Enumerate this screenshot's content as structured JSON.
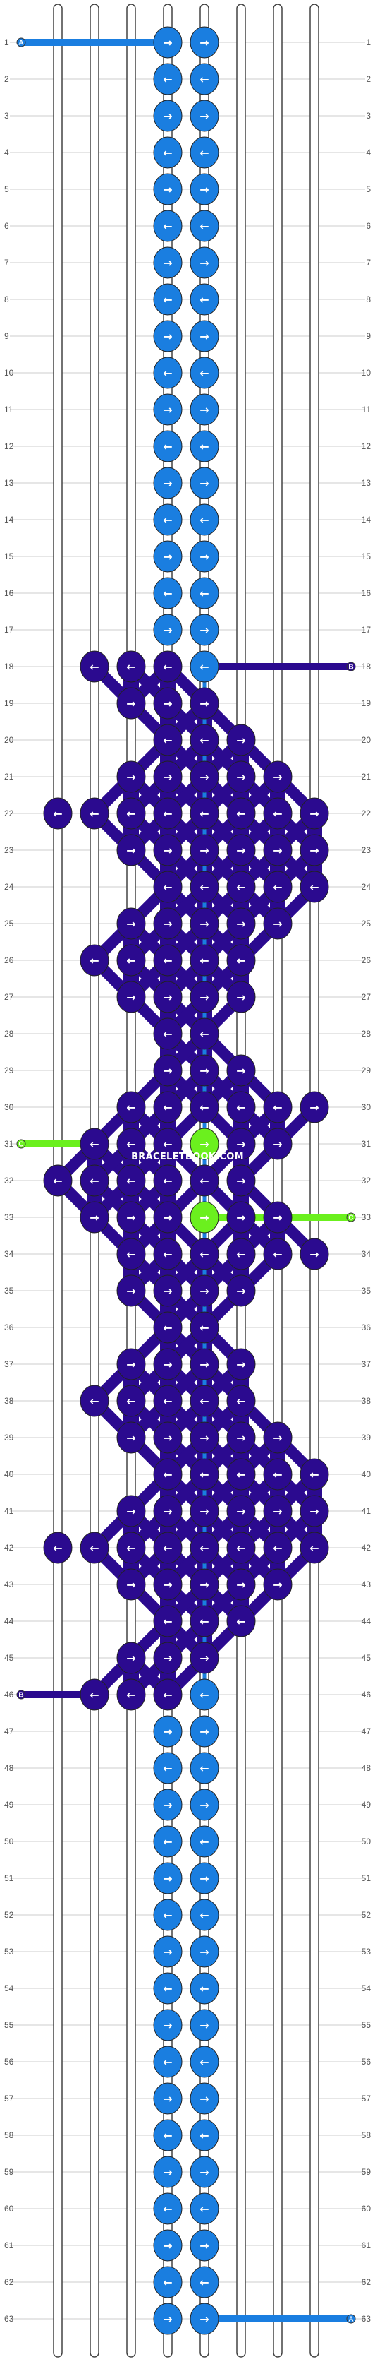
{
  "site": {
    "watermark": "BRACELETBOOK.COM"
  },
  "colors": {
    "A": "#1a7ee0",
    "B": "#2b0a8f",
    "C": "#6bf01e",
    "strand_outline": "#444444",
    "grid": "#cccccc"
  },
  "row_labels": [
    "1",
    "2",
    "3",
    "4",
    "5",
    "6",
    "7",
    "8",
    "9",
    "10",
    "11",
    "12",
    "13",
    "14",
    "15",
    "16",
    "17",
    "18",
    "19",
    "20",
    "21",
    "22",
    "23",
    "24",
    "25",
    "26",
    "27",
    "28",
    "29",
    "30",
    "31",
    "32",
    "33",
    "34",
    "35",
    "36",
    "37",
    "38",
    "39",
    "40",
    "41",
    "42",
    "43",
    "44",
    "45",
    "46",
    "47",
    "48",
    "49",
    "50",
    "51",
    "52",
    "53",
    "54",
    "55",
    "56",
    "57",
    "58",
    "59",
    "60",
    "61",
    "62",
    "63"
  ],
  "strand_ends": [
    {
      "label": "A",
      "color": "A"
    },
    {
      "label": "B",
      "color": "B"
    },
    {
      "label": "C",
      "color": "C"
    },
    {
      "label": "B",
      "color": "B"
    },
    {
      "label": "C",
      "color": "C"
    },
    {
      "label": "A",
      "color": "A"
    }
  ],
  "knots": [
    {
      "r": 1,
      "c": 4,
      "col": "A",
      "d": "r"
    },
    {
      "r": 1,
      "c": 5,
      "col": "A",
      "d": "r"
    },
    {
      "r": 2,
      "c": 4,
      "col": "A",
      "d": "l"
    },
    {
      "r": 2,
      "c": 5,
      "col": "A",
      "d": "l"
    },
    {
      "r": 3,
      "c": 4,
      "col": "A",
      "d": "r"
    },
    {
      "r": 3,
      "c": 5,
      "col": "A",
      "d": "r"
    },
    {
      "r": 4,
      "c": 4,
      "col": "A",
      "d": "l"
    },
    {
      "r": 4,
      "c": 5,
      "col": "A",
      "d": "l"
    },
    {
      "r": 5,
      "c": 4,
      "col": "A",
      "d": "r"
    },
    {
      "r": 5,
      "c": 5,
      "col": "A",
      "d": "r"
    },
    {
      "r": 6,
      "c": 4,
      "col": "A",
      "d": "l"
    },
    {
      "r": 6,
      "c": 5,
      "col": "A",
      "d": "l"
    },
    {
      "r": 7,
      "c": 4,
      "col": "A",
      "d": "r"
    },
    {
      "r": 7,
      "c": 5,
      "col": "A",
      "d": "r"
    },
    {
      "r": 8,
      "c": 4,
      "col": "A",
      "d": "l"
    },
    {
      "r": 8,
      "c": 5,
      "col": "A",
      "d": "l"
    },
    {
      "r": 9,
      "c": 4,
      "col": "A",
      "d": "r"
    },
    {
      "r": 9,
      "c": 5,
      "col": "A",
      "d": "r"
    },
    {
      "r": 10,
      "c": 4,
      "col": "A",
      "d": "l"
    },
    {
      "r": 10,
      "c": 5,
      "col": "A",
      "d": "l"
    },
    {
      "r": 11,
      "c": 4,
      "col": "A",
      "d": "r"
    },
    {
      "r": 11,
      "c": 5,
      "col": "A",
      "d": "r"
    },
    {
      "r": 12,
      "c": 4,
      "col": "A",
      "d": "l"
    },
    {
      "r": 12,
      "c": 5,
      "col": "A",
      "d": "l"
    },
    {
      "r": 13,
      "c": 4,
      "col": "A",
      "d": "r"
    },
    {
      "r": 13,
      "c": 5,
      "col": "A",
      "d": "r"
    },
    {
      "r": 14,
      "c": 4,
      "col": "A",
      "d": "l"
    },
    {
      "r": 14,
      "c": 5,
      "col": "A",
      "d": "l"
    },
    {
      "r": 15,
      "c": 4,
      "col": "A",
      "d": "r"
    },
    {
      "r": 15,
      "c": 5,
      "col": "A",
      "d": "r"
    },
    {
      "r": 16,
      "c": 4,
      "col": "A",
      "d": "l"
    },
    {
      "r": 16,
      "c": 5,
      "col": "A",
      "d": "l"
    },
    {
      "r": 17,
      "c": 4,
      "col": "A",
      "d": "r"
    },
    {
      "r": 17,
      "c": 5,
      "col": "A",
      "d": "r"
    },
    {
      "r": 18,
      "c": 2,
      "col": "B",
      "d": "l"
    },
    {
      "r": 18,
      "c": 3,
      "col": "B",
      "d": "l"
    },
    {
      "r": 18,
      "c": 4,
      "col": "B",
      "d": "l"
    },
    {
      "r": 18,
      "c": 5,
      "col": "A",
      "d": "l"
    },
    {
      "r": 19,
      "c": 3,
      "col": "B",
      "d": "r"
    },
    {
      "r": 19,
      "c": 4,
      "col": "B",
      "d": "r"
    },
    {
      "r": 19,
      "c": 5,
      "col": "B",
      "d": "r"
    },
    {
      "r": 20,
      "c": 4,
      "col": "B",
      "d": "l"
    },
    {
      "r": 20,
      "c": 5,
      "col": "B",
      "d": "l"
    },
    {
      "r": 20,
      "c": 6,
      "col": "B",
      "d": "r"
    },
    {
      "r": 21,
      "c": 3,
      "col": "B",
      "d": "r"
    },
    {
      "r": 21,
      "c": 4,
      "col": "B",
      "d": "r"
    },
    {
      "r": 21,
      "c": 5,
      "col": "B",
      "d": "r"
    },
    {
      "r": 21,
      "c": 6,
      "col": "B",
      "d": "r"
    },
    {
      "r": 21,
      "c": 7,
      "col": "B",
      "d": "r"
    },
    {
      "r": 22,
      "c": 1,
      "col": "B",
      "d": "l"
    },
    {
      "r": 22,
      "c": 2,
      "col": "B",
      "d": "l"
    },
    {
      "r": 22,
      "c": 3,
      "col": "B",
      "d": "l"
    },
    {
      "r": 22,
      "c": 4,
      "col": "B",
      "d": "l"
    },
    {
      "r": 22,
      "c": 5,
      "col": "B",
      "d": "l"
    },
    {
      "r": 22,
      "c": 6,
      "col": "B",
      "d": "l"
    },
    {
      "r": 22,
      "c": 7,
      "col": "B",
      "d": "l"
    },
    {
      "r": 22,
      "c": 8,
      "col": "B",
      "d": "r"
    },
    {
      "r": 23,
      "c": 3,
      "col": "B",
      "d": "r"
    },
    {
      "r": 23,
      "c": 4,
      "col": "B",
      "d": "r"
    },
    {
      "r": 23,
      "c": 5,
      "col": "B",
      "d": "r"
    },
    {
      "r": 23,
      "c": 6,
      "col": "B",
      "d": "r"
    },
    {
      "r": 23,
      "c": 7,
      "col": "B",
      "d": "r"
    },
    {
      "r": 23,
      "c": 8,
      "col": "B",
      "d": "r"
    },
    {
      "r": 24,
      "c": 4,
      "col": "B",
      "d": "l"
    },
    {
      "r": 24,
      "c": 5,
      "col": "B",
      "d": "l"
    },
    {
      "r": 24,
      "c": 6,
      "col": "B",
      "d": "l"
    },
    {
      "r": 24,
      "c": 7,
      "col": "B",
      "d": "l"
    },
    {
      "r": 24,
      "c": 8,
      "col": "B",
      "d": "l"
    },
    {
      "r": 25,
      "c": 3,
      "col": "B",
      "d": "r"
    },
    {
      "r": 25,
      "c": 4,
      "col": "B",
      "d": "r"
    },
    {
      "r": 25,
      "c": 5,
      "col": "B",
      "d": "r"
    },
    {
      "r": 25,
      "c": 6,
      "col": "B",
      "d": "r"
    },
    {
      "r": 25,
      "c": 7,
      "col": "B",
      "d": "r"
    },
    {
      "r": 26,
      "c": 2,
      "col": "B",
      "d": "l"
    },
    {
      "r": 26,
      "c": 3,
      "col": "B",
      "d": "l"
    },
    {
      "r": 26,
      "c": 4,
      "col": "B",
      "d": "l"
    },
    {
      "r": 26,
      "c": 5,
      "col": "B",
      "d": "l"
    },
    {
      "r": 26,
      "c": 6,
      "col": "B",
      "d": "l"
    },
    {
      "r": 27,
      "c": 3,
      "col": "B",
      "d": "r"
    },
    {
      "r": 27,
      "c": 4,
      "col": "B",
      "d": "r"
    },
    {
      "r": 27,
      "c": 5,
      "col": "B",
      "d": "r"
    },
    {
      "r": 27,
      "c": 6,
      "col": "B",
      "d": "r"
    },
    {
      "r": 28,
      "c": 4,
      "col": "B",
      "d": "l"
    },
    {
      "r": 28,
      "c": 5,
      "col": "B",
      "d": "l"
    },
    {
      "r": 29,
      "c": 4,
      "col": "B",
      "d": "r"
    },
    {
      "r": 29,
      "c": 5,
      "col": "B",
      "d": "r"
    },
    {
      "r": 29,
      "c": 6,
      "col": "B",
      "d": "r"
    },
    {
      "r": 30,
      "c": 3,
      "col": "B",
      "d": "l"
    },
    {
      "r": 30,
      "c": 4,
      "col": "B",
      "d": "l"
    },
    {
      "r": 30,
      "c": 5,
      "col": "B",
      "d": "l"
    },
    {
      "r": 30,
      "c": 6,
      "col": "B",
      "d": "l"
    },
    {
      "r": 30,
      "c": 7,
      "col": "B",
      "d": "l"
    },
    {
      "r": 30,
      "c": 8,
      "col": "B",
      "d": "r"
    },
    {
      "r": 31,
      "c": 2,
      "col": "B",
      "d": "l"
    },
    {
      "r": 31,
      "c": 3,
      "col": "B",
      "d": "l"
    },
    {
      "r": 31,
      "c": 4,
      "col": "B",
      "d": "l"
    },
    {
      "r": 31,
      "c": 5,
      "col": "C",
      "d": "r"
    },
    {
      "r": 31,
      "c": 6,
      "col": "B",
      "d": "r"
    },
    {
      "r": 31,
      "c": 7,
      "col": "B",
      "d": "r"
    },
    {
      "r": 32,
      "c": 1,
      "col": "B",
      "d": "l"
    },
    {
      "r": 32,
      "c": 2,
      "col": "B",
      "d": "l"
    },
    {
      "r": 32,
      "c": 3,
      "col": "B",
      "d": "l"
    },
    {
      "r": 32,
      "c": 4,
      "col": "B",
      "d": "l"
    },
    {
      "r": 32,
      "c": 5,
      "col": "B",
      "d": "l"
    },
    {
      "r": 32,
      "c": 6,
      "col": "B",
      "d": "r"
    },
    {
      "r": 33,
      "c": 2,
      "col": "B",
      "d": "r"
    },
    {
      "r": 33,
      "c": 3,
      "col": "B",
      "d": "r"
    },
    {
      "r": 33,
      "c": 4,
      "col": "B",
      "d": "r"
    },
    {
      "r": 33,
      "c": 5,
      "col": "C",
      "d": "r"
    },
    {
      "r": 33,
      "c": 6,
      "col": "B",
      "d": "r"
    },
    {
      "r": 33,
      "c": 7,
      "col": "B",
      "d": "r"
    },
    {
      "r": 34,
      "c": 3,
      "col": "B",
      "d": "l"
    },
    {
      "r": 34,
      "c": 4,
      "col": "B",
      "d": "l"
    },
    {
      "r": 34,
      "c": 5,
      "col": "B",
      "d": "l"
    },
    {
      "r": 34,
      "c": 6,
      "col": "B",
      "d": "l"
    },
    {
      "r": 34,
      "c": 7,
      "col": "B",
      "d": "l"
    },
    {
      "r": 34,
      "c": 8,
      "col": "B",
      "d": "r"
    },
    {
      "r": 35,
      "c": 3,
      "col": "B",
      "d": "r"
    },
    {
      "r": 35,
      "c": 4,
      "col": "B",
      "d": "r"
    },
    {
      "r": 35,
      "c": 5,
      "col": "B",
      "d": "r"
    },
    {
      "r": 35,
      "c": 6,
      "col": "B",
      "d": "r"
    },
    {
      "r": 36,
      "c": 4,
      "col": "B",
      "d": "l"
    },
    {
      "r": 36,
      "c": 5,
      "col": "B",
      "d": "l"
    },
    {
      "r": 37,
      "c": 3,
      "col": "B",
      "d": "r"
    },
    {
      "r": 37,
      "c": 4,
      "col": "B",
      "d": "r"
    },
    {
      "r": 37,
      "c": 5,
      "col": "B",
      "d": "r"
    },
    {
      "r": 37,
      "c": 6,
      "col": "B",
      "d": "r"
    },
    {
      "r": 38,
      "c": 2,
      "col": "B",
      "d": "l"
    },
    {
      "r": 38,
      "c": 3,
      "col": "B",
      "d": "l"
    },
    {
      "r": 38,
      "c": 4,
      "col": "B",
      "d": "l"
    },
    {
      "r": 38,
      "c": 5,
      "col": "B",
      "d": "l"
    },
    {
      "r": 38,
      "c": 6,
      "col": "B",
      "d": "l"
    },
    {
      "r": 39,
      "c": 3,
      "col": "B",
      "d": "r"
    },
    {
      "r": 39,
      "c": 4,
      "col": "B",
      "d": "r"
    },
    {
      "r": 39,
      "c": 5,
      "col": "B",
      "d": "r"
    },
    {
      "r": 39,
      "c": 6,
      "col": "B",
      "d": "r"
    },
    {
      "r": 39,
      "c": 7,
      "col": "B",
      "d": "r"
    },
    {
      "r": 40,
      "c": 4,
      "col": "B",
      "d": "l"
    },
    {
      "r": 40,
      "c": 5,
      "col": "B",
      "d": "l"
    },
    {
      "r": 40,
      "c": 6,
      "col": "B",
      "d": "l"
    },
    {
      "r": 40,
      "c": 7,
      "col": "B",
      "d": "l"
    },
    {
      "r": 40,
      "c": 8,
      "col": "B",
      "d": "l"
    },
    {
      "r": 41,
      "c": 3,
      "col": "B",
      "d": "r"
    },
    {
      "r": 41,
      "c": 4,
      "col": "B",
      "d": "r"
    },
    {
      "r": 41,
      "c": 5,
      "col": "B",
      "d": "r"
    },
    {
      "r": 41,
      "c": 6,
      "col": "B",
      "d": "r"
    },
    {
      "r": 41,
      "c": 7,
      "col": "B",
      "d": "r"
    },
    {
      "r": 41,
      "c": 8,
      "col": "B",
      "d": "r"
    },
    {
      "r": 42,
      "c": 1,
      "col": "B",
      "d": "l"
    },
    {
      "r": 42,
      "c": 2,
      "col": "B",
      "d": "l"
    },
    {
      "r": 42,
      "c": 3,
      "col": "B",
      "d": "l"
    },
    {
      "r": 42,
      "c": 4,
      "col": "B",
      "d": "l"
    },
    {
      "r": 42,
      "c": 5,
      "col": "B",
      "d": "l"
    },
    {
      "r": 42,
      "c": 6,
      "col": "B",
      "d": "l"
    },
    {
      "r": 42,
      "c": 7,
      "col": "B",
      "d": "l"
    },
    {
      "r": 42,
      "c": 8,
      "col": "B",
      "d": "l"
    },
    {
      "r": 43,
      "c": 3,
      "col": "B",
      "d": "r"
    },
    {
      "r": 43,
      "c": 4,
      "col": "B",
      "d": "r"
    },
    {
      "r": 43,
      "c": 5,
      "col": "B",
      "d": "r"
    },
    {
      "r": 43,
      "c": 6,
      "col": "B",
      "d": "r"
    },
    {
      "r": 43,
      "c": 7,
      "col": "B",
      "d": "r"
    },
    {
      "r": 44,
      "c": 4,
      "col": "B",
      "d": "l"
    },
    {
      "r": 44,
      "c": 5,
      "col": "B",
      "d": "l"
    },
    {
      "r": 44,
      "c": 6,
      "col": "B",
      "d": "l"
    },
    {
      "r": 45,
      "c": 3,
      "col": "B",
      "d": "r"
    },
    {
      "r": 45,
      "c": 4,
      "col": "B",
      "d": "r"
    },
    {
      "r": 45,
      "c": 5,
      "col": "B",
      "d": "r"
    },
    {
      "r": 46,
      "c": 2,
      "col": "B",
      "d": "l"
    },
    {
      "r": 46,
      "c": 3,
      "col": "B",
      "d": "l"
    },
    {
      "r": 46,
      "c": 4,
      "col": "B",
      "d": "l"
    },
    {
      "r": 46,
      "c": 5,
      "col": "A",
      "d": "l"
    },
    {
      "r": 47,
      "c": 4,
      "col": "A",
      "d": "r"
    },
    {
      "r": 47,
      "c": 5,
      "col": "A",
      "d": "r"
    },
    {
      "r": 48,
      "c": 4,
      "col": "A",
      "d": "l"
    },
    {
      "r": 48,
      "c": 5,
      "col": "A",
      "d": "l"
    },
    {
      "r": 49,
      "c": 4,
      "col": "A",
      "d": "r"
    },
    {
      "r": 49,
      "c": 5,
      "col": "A",
      "d": "r"
    },
    {
      "r": 50,
      "c": 4,
      "col": "A",
      "d": "l"
    },
    {
      "r": 50,
      "c": 5,
      "col": "A",
      "d": "l"
    },
    {
      "r": 51,
      "c": 4,
      "col": "A",
      "d": "r"
    },
    {
      "r": 51,
      "c": 5,
      "col": "A",
      "d": "r"
    },
    {
      "r": 52,
      "c": 4,
      "col": "A",
      "d": "l"
    },
    {
      "r": 52,
      "c": 5,
      "col": "A",
      "d": "l"
    },
    {
      "r": 53,
      "c": 4,
      "col": "A",
      "d": "r"
    },
    {
      "r": 53,
      "c": 5,
      "col": "A",
      "d": "r"
    },
    {
      "r": 54,
      "c": 4,
      "col": "A",
      "d": "l"
    },
    {
      "r": 54,
      "c": 5,
      "col": "A",
      "d": "l"
    },
    {
      "r": 55,
      "c": 4,
      "col": "A",
      "d": "r"
    },
    {
      "r": 55,
      "c": 5,
      "col": "A",
      "d": "r"
    },
    {
      "r": 56,
      "c": 4,
      "col": "A",
      "d": "l"
    },
    {
      "r": 56,
      "c": 5,
      "col": "A",
      "d": "l"
    },
    {
      "r": 57,
      "c": 4,
      "col": "A",
      "d": "r"
    },
    {
      "r": 57,
      "c": 5,
      "col": "A",
      "d": "r"
    },
    {
      "r": 58,
      "c": 4,
      "col": "A",
      "d": "l"
    },
    {
      "r": 58,
      "c": 5,
      "col": "A",
      "d": "l"
    },
    {
      "r": 59,
      "c": 4,
      "col": "A",
      "d": "r"
    },
    {
      "r": 59,
      "c": 5,
      "col": "A",
      "d": "r"
    },
    {
      "r": 60,
      "c": 4,
      "col": "A",
      "d": "l"
    },
    {
      "r": 60,
      "c": 5,
      "col": "A",
      "d": "l"
    },
    {
      "r": 61,
      "c": 4,
      "col": "A",
      "d": "r"
    },
    {
      "r": 61,
      "c": 5,
      "col": "A",
      "d": "r"
    },
    {
      "r": 62,
      "c": 4,
      "col": "A",
      "d": "l"
    },
    {
      "r": 62,
      "c": 5,
      "col": "A",
      "d": "l"
    },
    {
      "r": 63,
      "c": 4,
      "col": "A",
      "d": "r"
    },
    {
      "r": 63,
      "c": 5,
      "col": "A",
      "d": "r"
    }
  ]
}
